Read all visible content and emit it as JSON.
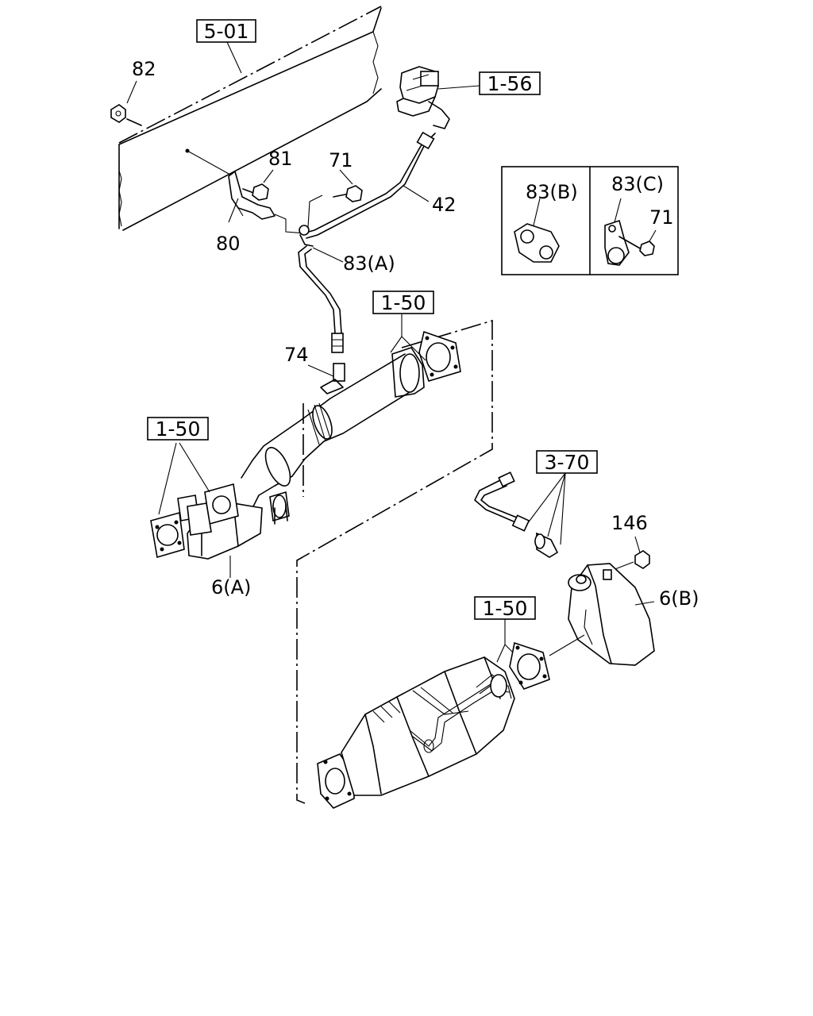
{
  "diagram": {
    "refs": {
      "r_5_01": "5-01",
      "r_1_56": "1-56",
      "r_1_50_top": "1-50",
      "r_1_50_left": "1-50",
      "r_3_70": "3-70",
      "r_1_50_bottom": "1-50"
    },
    "parts": {
      "p82": "82",
      "p81": "81",
      "p71": "71",
      "p42": "42",
      "p80": "80",
      "p83a": "83(A)",
      "p74": "74",
      "p6a": "6(A)",
      "p146": "146",
      "p6b": "6(B)"
    },
    "inset": {
      "left_label": "83(B)",
      "right_label": "83(C)",
      "right_bolt": "71"
    }
  }
}
